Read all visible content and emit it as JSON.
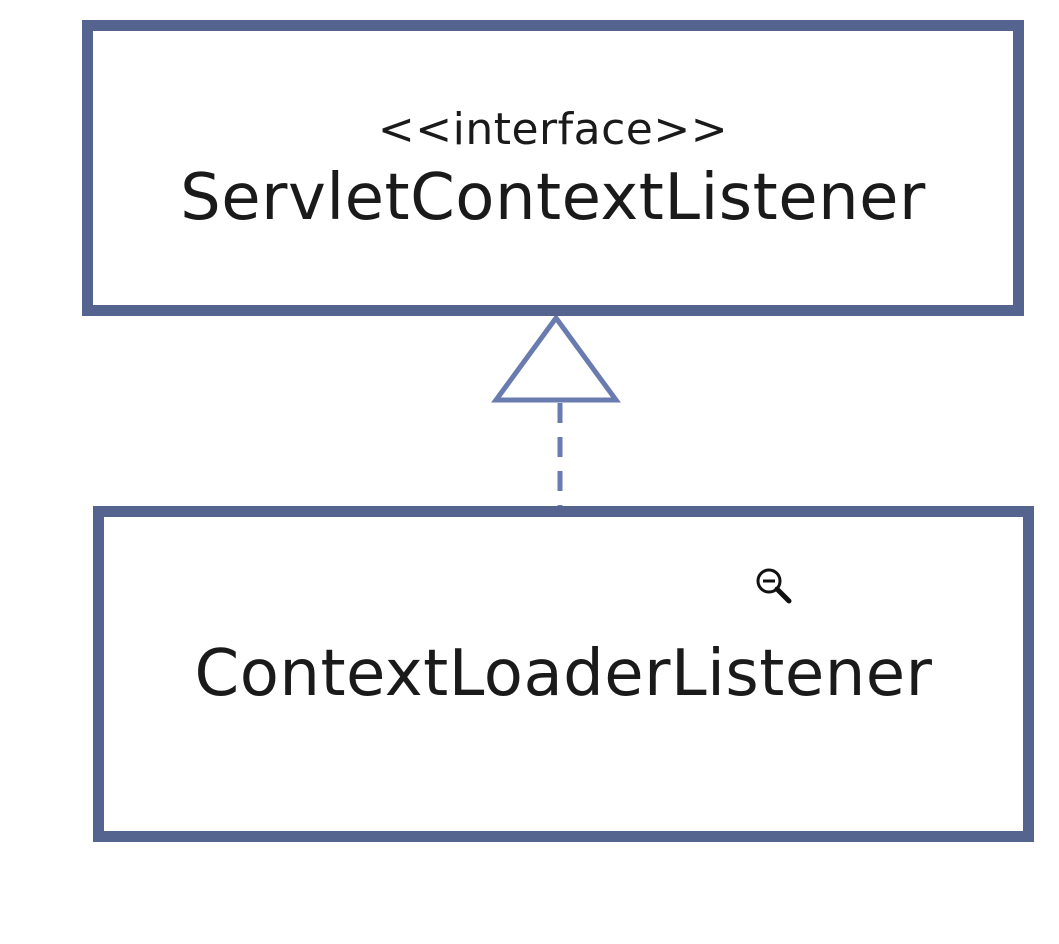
{
  "diagram": {
    "interface": {
      "stereotype": "<<interface>>",
      "name": "ServletContextListener"
    },
    "implementation": {
      "name": "ContextLoaderListener"
    },
    "relationship": {
      "type": "realization",
      "from": "ContextLoaderListener",
      "to": "ServletContextListener"
    },
    "colors": {
      "border": "#55648f",
      "connector": "#6a7bb0",
      "text": "#1a1a1a"
    },
    "icons": [
      "zoom-out-cursor-icon"
    ]
  }
}
